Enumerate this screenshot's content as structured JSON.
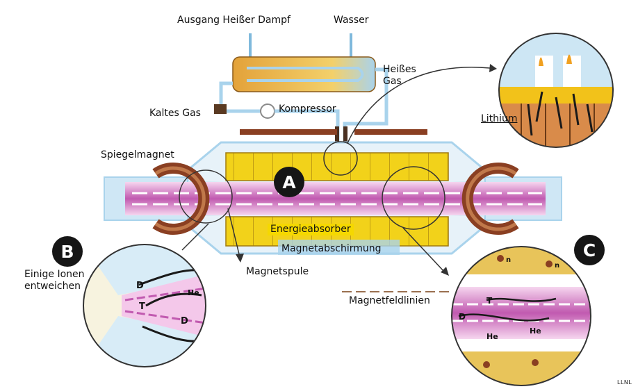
{
  "labels": {
    "hot_steam_outlet": "Ausgang Heißer Dampf",
    "water": "Wasser",
    "hot_gas_line1": "Heißes",
    "hot_gas_line2": "Gas",
    "cold_gas": "Kaltes Gas",
    "compressor": "Kompressor",
    "lithium": "Lithium",
    "mirror_magnet": "Spiegelmagnet",
    "energy_absorber": "Energieabsorber",
    "magnet_shielding": "Magnetabschirmung",
    "magnet_coil": "Magnetspule",
    "some_ions_line1": "Einige Ionen",
    "some_ions_line2": "entweichen",
    "field_lines": "Magnetfeldlinien",
    "credit": "LLNL"
  },
  "markers": {
    "a": "A",
    "b": "B",
    "c": "C"
  },
  "particles": {
    "d": "D",
    "t": "T",
    "he": "He",
    "n": "n"
  },
  "colors": {
    "absorber_yellow": "#f2d21a",
    "copper": "#8a3f22",
    "plasma_pink": "#c15ab0",
    "pipe_blue": "#a9d3ec",
    "highlight": "#f5d800",
    "marker_fill": "#161616"
  }
}
